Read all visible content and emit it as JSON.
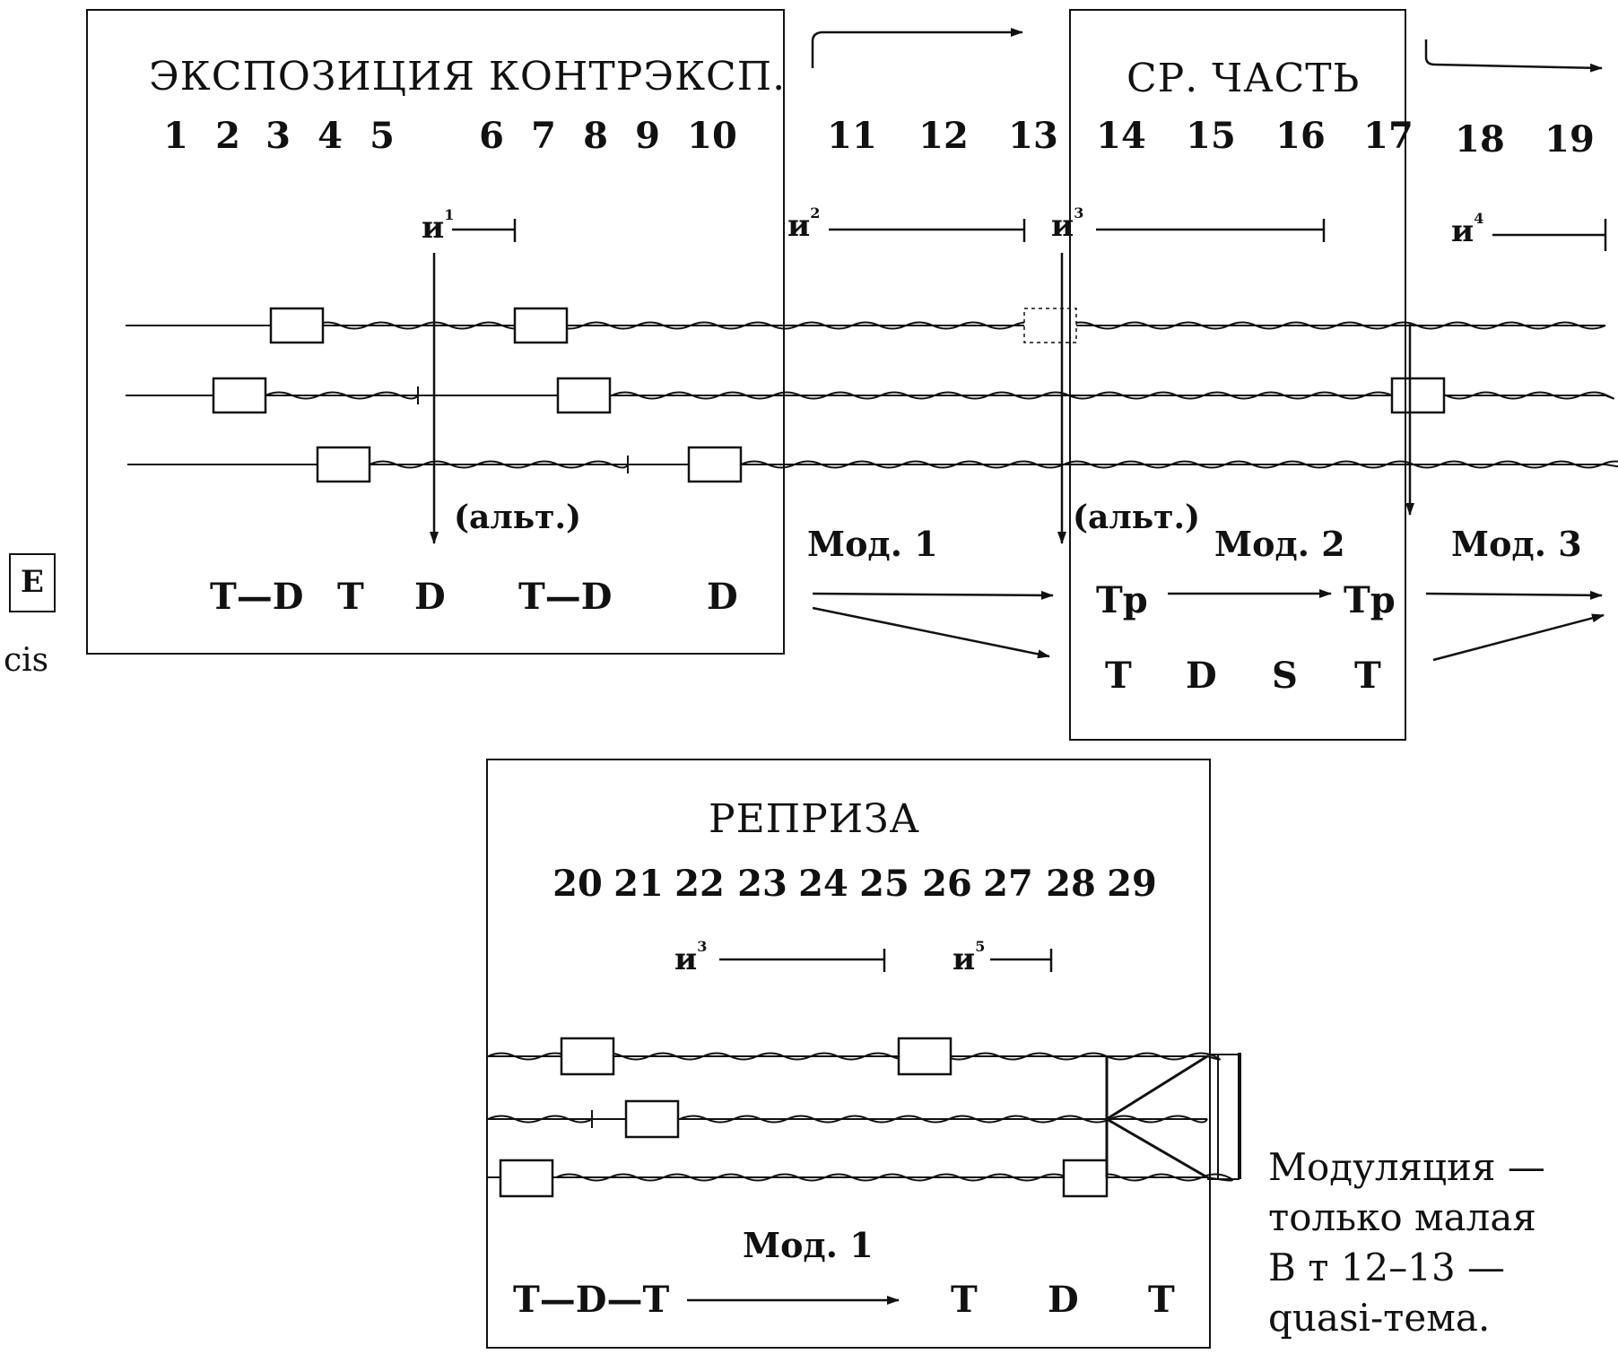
{
  "key": {
    "tonality": "E",
    "tonality2": "cis"
  },
  "sections": {
    "exposition": "ЭКСПОЗИЦИЯ КОНТРЭКСП.",
    "middle": "СР. ЧАСТЬ",
    "reprise": "РЕПРИЗА"
  },
  "bars_top": [
    "1",
    "2",
    "3",
    "4",
    "5",
    "6",
    "7",
    "8",
    "9",
    "10",
    "11",
    "12",
    "13",
    "14",
    "15",
    "16",
    "17",
    "18",
    "19"
  ],
  "bars_reprise": [
    "20",
    "21",
    "22",
    "23",
    "24",
    "25",
    "26",
    "27",
    "28",
    "29"
  ],
  "interludes": {
    "i1": "и",
    "i1_sup": "1",
    "i2": "и",
    "i2_sup": "2",
    "i3": "и",
    "i3_sup": "3",
    "i4": "и",
    "i4_sup": "4",
    "r3": "и",
    "r3_sup": "3",
    "r5": "и",
    "r5_sup": "5"
  },
  "alt_labels": [
    "(альт.)",
    "(альт.)"
  ],
  "functions_exposition": [
    "T—D",
    "T",
    "D",
    "T—D",
    "D"
  ],
  "functions_middle": {
    "top": [
      "Tp",
      "Tp"
    ],
    "bottom": [
      "T",
      "D",
      "S",
      "T"
    ]
  },
  "functions_reprise": [
    "T—D—T",
    "T",
    "D",
    "T"
  ],
  "modulations": {
    "m1": "Мод. 1",
    "m2": "Мод. 2",
    "m3": "Мод. 3",
    "reprise": "Мод. 1"
  },
  "note": [
    "Модуляция —",
    "только малая",
    "В т 12–13 —",
    "quasi-тема."
  ]
}
